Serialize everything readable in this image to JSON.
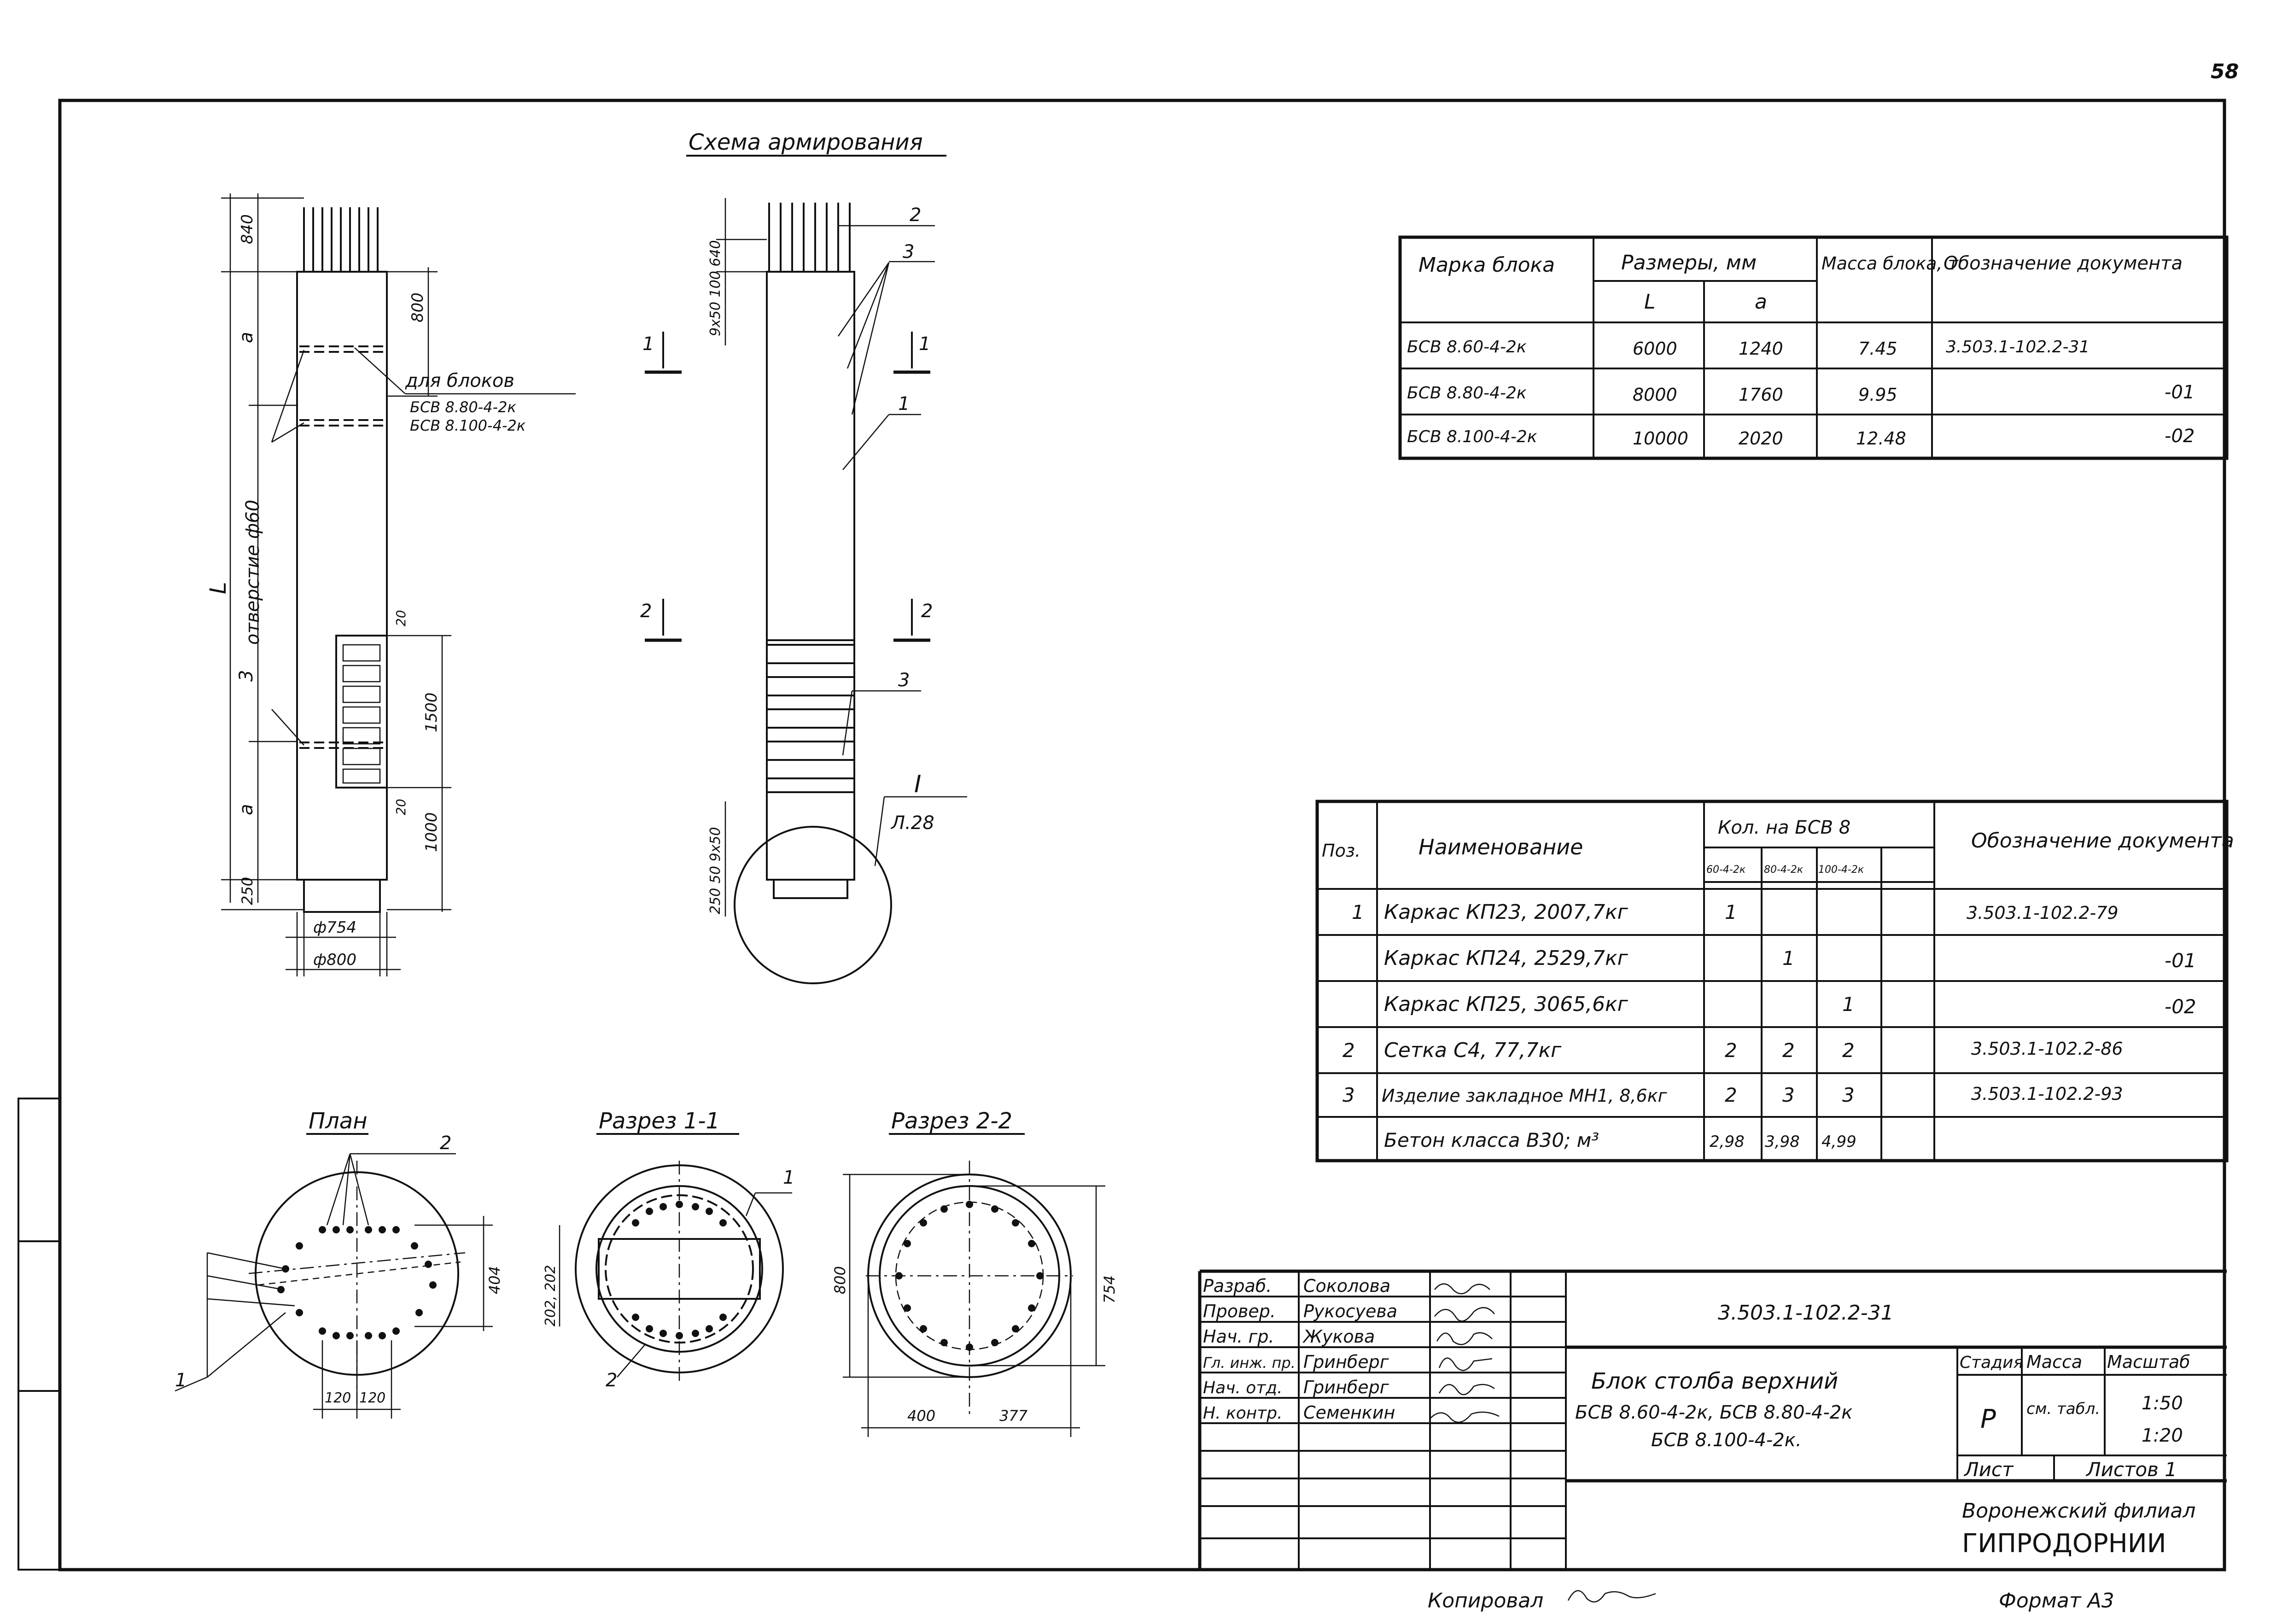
{
  "page_number": "58",
  "reinforcement_title": "Схема армирования",
  "elevation": {
    "dim_top": "840",
    "dim_a": "a",
    "dim_800": "800",
    "note_line1": "для блоков",
    "note_line2": "БСВ 8.80-4-2к",
    "note_line3": "БСВ 8.100-4-2к",
    "hole_label": "отверстие ф60",
    "dim_L": "L",
    "dim_20a": "20",
    "dim_1500": "1500",
    "dim_3": "3",
    "dim_20b": "20",
    "dim_1000": "1000",
    "dim_a2": "a",
    "dim_250": "250",
    "dia_754": "ф754",
    "dia_800": "ф800"
  },
  "scheme": {
    "top_dims": "9х50 100 640",
    "bottom_dims": "250 50 9х50",
    "label_2": "2",
    "label_3": "3",
    "label_1": "1",
    "label_3b": "3",
    "section_1": "1",
    "section_2": "2",
    "detail_label": "I",
    "detail_sheet": "Л.28"
  },
  "plan": {
    "title": "План",
    "label_2": "2",
    "label_1": "1",
    "dim_404": "404",
    "dim_120a": "120",
    "dim_120b": "120"
  },
  "section11": {
    "title": "Разрез 1-1",
    "label_1": "1",
    "label_2": "2",
    "dim_202": "202, 202"
  },
  "section22": {
    "title": "Разрез 2-2",
    "dim_800": "800",
    "dim_754": "754",
    "dim_400": "400",
    "dim_377": "377"
  },
  "blocks_table": {
    "headers": [
      "Марка блока",
      "Размеры, мм",
      "Масса блока, т",
      "Обозначение документа"
    ],
    "subheaders": [
      "L",
      "a"
    ],
    "rows": [
      [
        "БСВ 8.60-4-2к",
        "6000",
        "1240",
        "7.45",
        "3.503.1-102.2-31"
      ],
      [
        "БСВ 8.80-4-2к",
        "8000",
        "1760",
        "9.95",
        "-01"
      ],
      [
        "БСВ 8.100-4-2к",
        "10000",
        "2020",
        "12.48",
        "-02"
      ]
    ]
  },
  "spec_table": {
    "headers": [
      "Поз.",
      "Наименование",
      "Кол. на БСВ 8",
      "Обозначение документа"
    ],
    "subheaders": [
      "60-4-2к",
      "80-4-2к",
      "100-4-2к"
    ],
    "rows": [
      [
        "1",
        "Каркас КП23,   2007,7кг",
        "1",
        "",
        "",
        "3.503.1-102.2-79"
      ],
      [
        "",
        "Каркас КП24,   2529,7кг",
        "",
        "1",
        "",
        "-01"
      ],
      [
        "",
        "Каркас КП25,   3065,6кг",
        "",
        "",
        "1",
        "-02"
      ],
      [
        "2",
        "Сетка С4,        77,7кг",
        "2",
        "2",
        "2",
        "3.503.1-102.2-86"
      ],
      [
        "3",
        "Изделие закладное МН1, 8,6кг",
        "2",
        "3",
        "3",
        "3.503.1-102.2-93"
      ],
      [
        "",
        "Бетон класса В30;   м³",
        "2,98",
        "3,98",
        "4,99",
        ""
      ]
    ]
  },
  "title_block": {
    "roles": [
      "Разраб.",
      "Провер.",
      "Нач. гр.",
      "Гл. инж. пр.",
      "Нач. отд.",
      "Н. контр."
    ],
    "names": [
      "Соколова",
      "Рукосуева",
      "Жукова",
      "Гринберг",
      "Гринберг",
      "Семенкин"
    ],
    "doc_number": "3.503.1-102.2-31",
    "name_line1": "Блок столба верхний",
    "name_line2": "БСВ 8.60-4-2к, БСВ 8.80-4-2к",
    "name_line3": "БСВ 8.100-4-2к.",
    "stage_header": "Стадия",
    "mass_header": "Масса",
    "scale_header": "Масштаб",
    "stage": "Р",
    "mass": "см. табл.",
    "scale1": "1:50",
    "scale2": "1:20",
    "sheet_label": "Лист",
    "sheets_label": "Листов 1",
    "org_line1": "Воронежский филиал",
    "org_line2": "ГИПРОДОРНИИ"
  },
  "footer": {
    "copied": "Копировал",
    "format": "Формат А3"
  }
}
